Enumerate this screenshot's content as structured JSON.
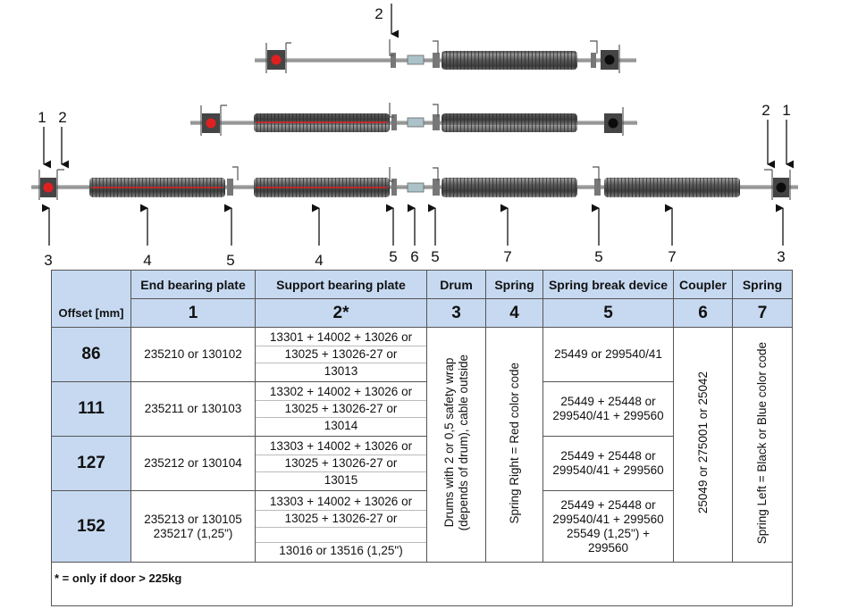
{
  "diagram_labels": {
    "top": "2",
    "left_top": [
      "1",
      "2"
    ],
    "right_top": [
      "2",
      "1"
    ],
    "bottom": [
      "3",
      "4",
      "5",
      "4",
      "5",
      "6",
      "5",
      "7",
      "5",
      "7",
      "3"
    ]
  },
  "table": {
    "offset_header": "Offset [mm]",
    "columns": [
      {
        "title": "End bearing plate",
        "num": "1"
      },
      {
        "title": "Support bearing plate",
        "num": "2*"
      },
      {
        "title": "Drum",
        "num": "3"
      },
      {
        "title": "Spring",
        "num": "4"
      },
      {
        "title": "Spring break device",
        "num": "5"
      },
      {
        "title": "Coupler",
        "num": "6"
      },
      {
        "title": "Spring",
        "num": "7"
      }
    ],
    "rows": [
      {
        "offset": "86",
        "end_bearing": "235210 or 130102",
        "support": [
          "13301 + 14002 + 13026 or",
          "13025 + 13026-27 or",
          "13013"
        ],
        "break_device": "25449 or 299540/41"
      },
      {
        "offset": "111",
        "end_bearing": "235211 or 130103",
        "support": [
          "13302 + 14002 + 13026 or",
          "13025 + 13026-27 or",
          "13014"
        ],
        "break_device": "25449 + 25448 or\n299540/41 + 299560"
      },
      {
        "offset": "127",
        "end_bearing": "235212 or 130104",
        "support": [
          "13303 + 14002 + 13026 or",
          "13025 + 13026-27 or",
          "13015"
        ],
        "break_device": "25449 + 25448 or\n299540/41 + 299560"
      },
      {
        "offset": "152",
        "end_bearing": "235213 or 130105\n235217 (1,25\")",
        "support": [
          "13303 + 14002 + 13026 or",
          "13025 + 13026-27 or",
          "",
          "13016 or 13516 (1,25\")"
        ],
        "break_device": "25449 + 25448 or\n299540/41 + 299560\n25549 (1,25\") +\n299560"
      }
    ],
    "drum_text": "Drums with 2 or 0,5 safety wrap\n(depends of drum), cable outside",
    "spring4_text": "Spring Right = Red color code",
    "coupler_text": "25049 or 275001 or 25042",
    "spring7_text": "Spring Left = Black or Blue color code",
    "footnote": "* = only if door > 225kg"
  }
}
